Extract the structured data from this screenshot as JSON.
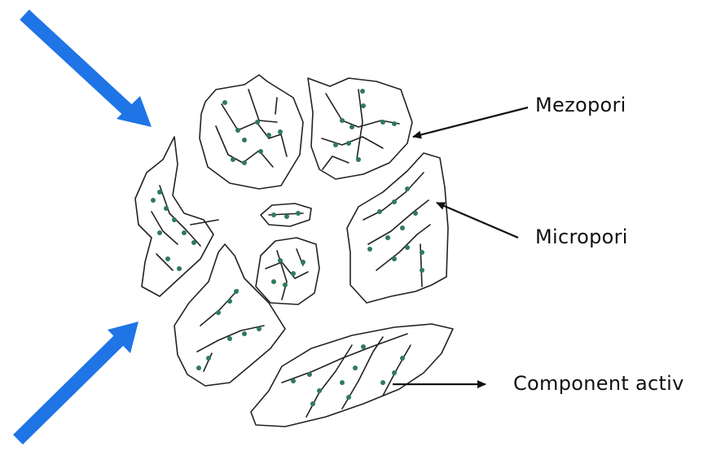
{
  "labels": {
    "mezopori": "Mezopori",
    "micropori": "Micropori",
    "component_activ": "Component activ"
  },
  "colors": {
    "arrow_blue": "#1f74e6",
    "outline": "#222222",
    "dots": "#2f7a5a"
  },
  "icons": {
    "input_arrow_top": "arrow-down-right",
    "input_arrow_bottom": "arrow-up-right",
    "pointer_arrows": "arrow-left"
  }
}
